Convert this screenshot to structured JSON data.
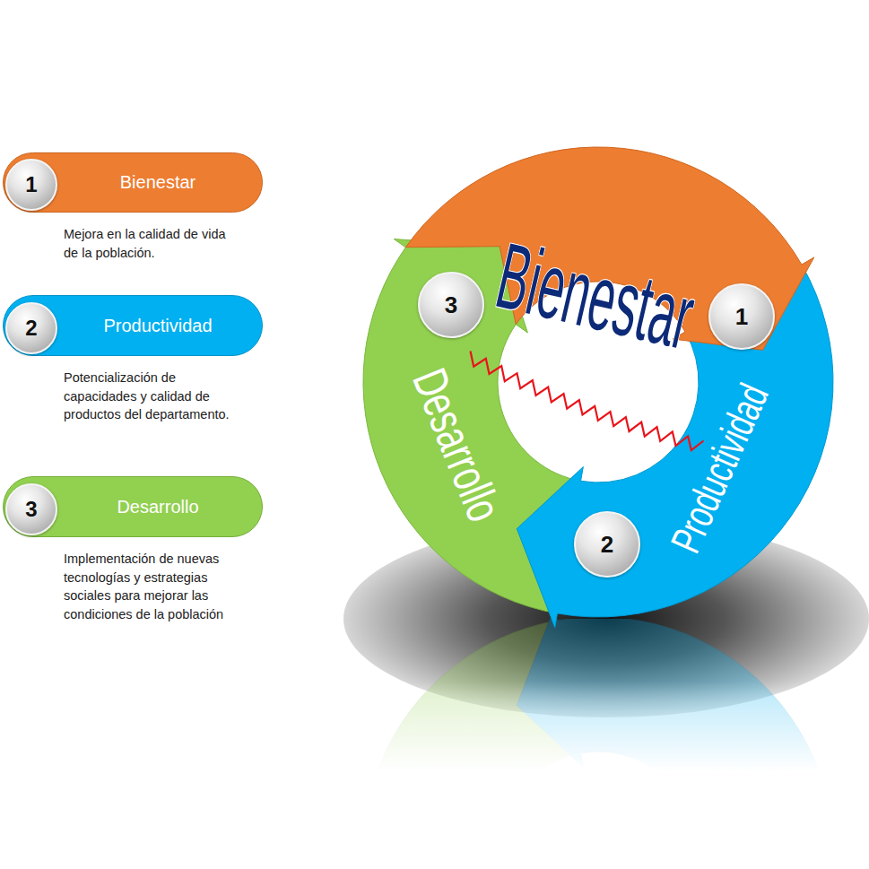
{
  "diagram": {
    "nodes": [
      {
        "text": [
          "Bienestar",
          "Mejora en la calidad de vida de la población."
        ]
      },
      {
        "text": [
          "1"
        ],
        "in": 0
      },
      {
        "text": [
          "Productividad",
          "Potencialización de capacidades y calidad de productos del departamento."
        ]
      },
      {
        "text": [
          "2"
        ],
        "in": 2
      },
      {
        "text": [
          "Desarrollo",
          "Implementación de nuevas tecnologías y estrategias sociales para mejorar las condiciones de la población"
        ]
      },
      {
        "text": [
          "3"
        ],
        "in": 4
      },
      {
        "text": [
          "1"
        ]
      },
      {
        "text": [
          "2"
        ]
      },
      {
        "text": [
          "3"
        ]
      }
    ],
    "labels": [
      "Bienestar",
      "Desarrollo",
      "Productividad"
    ]
  }
}
